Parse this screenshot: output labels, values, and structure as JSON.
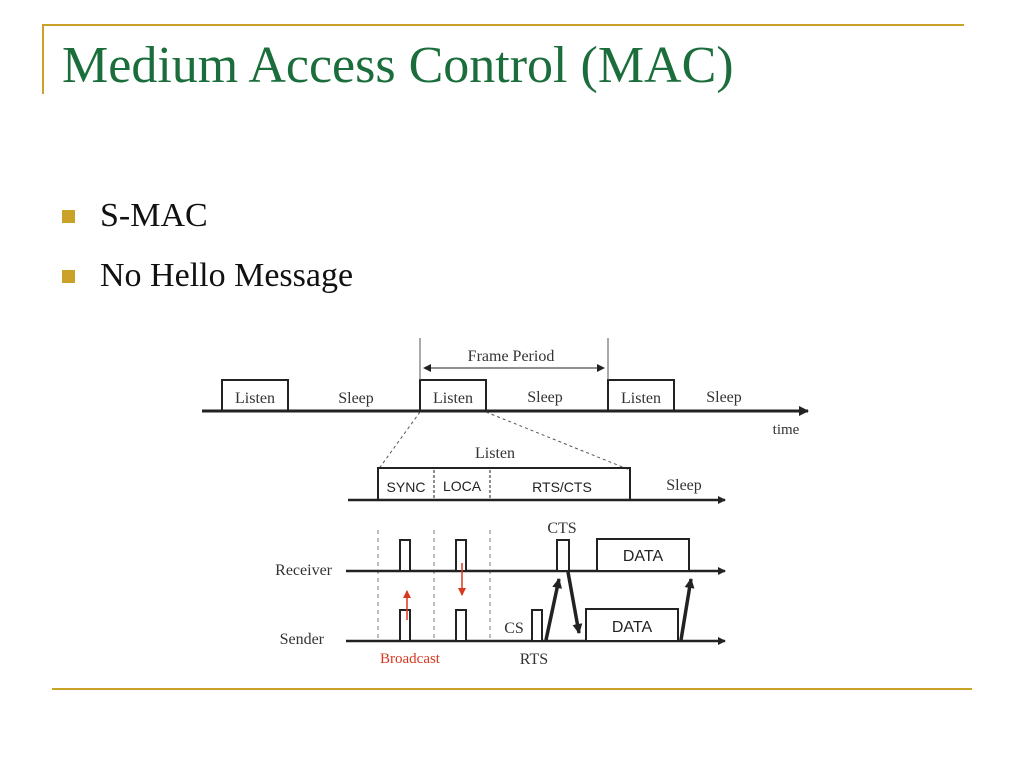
{
  "slide": {
    "title": "Medium Access Control (MAC)",
    "bullets": [
      "S-MAC",
      "No Hello Message"
    ]
  },
  "colors": {
    "title": "#1b6e3c",
    "accent": "#c9a227",
    "annotation": "#d9381e"
  },
  "diagram": {
    "timeline": {
      "slots": [
        "Listen",
        "Sleep",
        "Listen",
        "Sleep",
        "Listen",
        "Sleep"
      ],
      "frame_period_label": "Frame Period",
      "time_label": "time"
    },
    "listen_detail": {
      "header": "Listen",
      "segments": [
        "SYNC",
        "LOCA",
        "RTS/CTS"
      ],
      "sleep_label": "Sleep"
    },
    "exchange": {
      "receiver_label": "Receiver",
      "sender_label": "Sender",
      "cts_label": "CTS",
      "cs_label": "CS",
      "rts_label": "RTS",
      "data_label": "DATA",
      "broadcast_label": "Broadcast"
    }
  }
}
